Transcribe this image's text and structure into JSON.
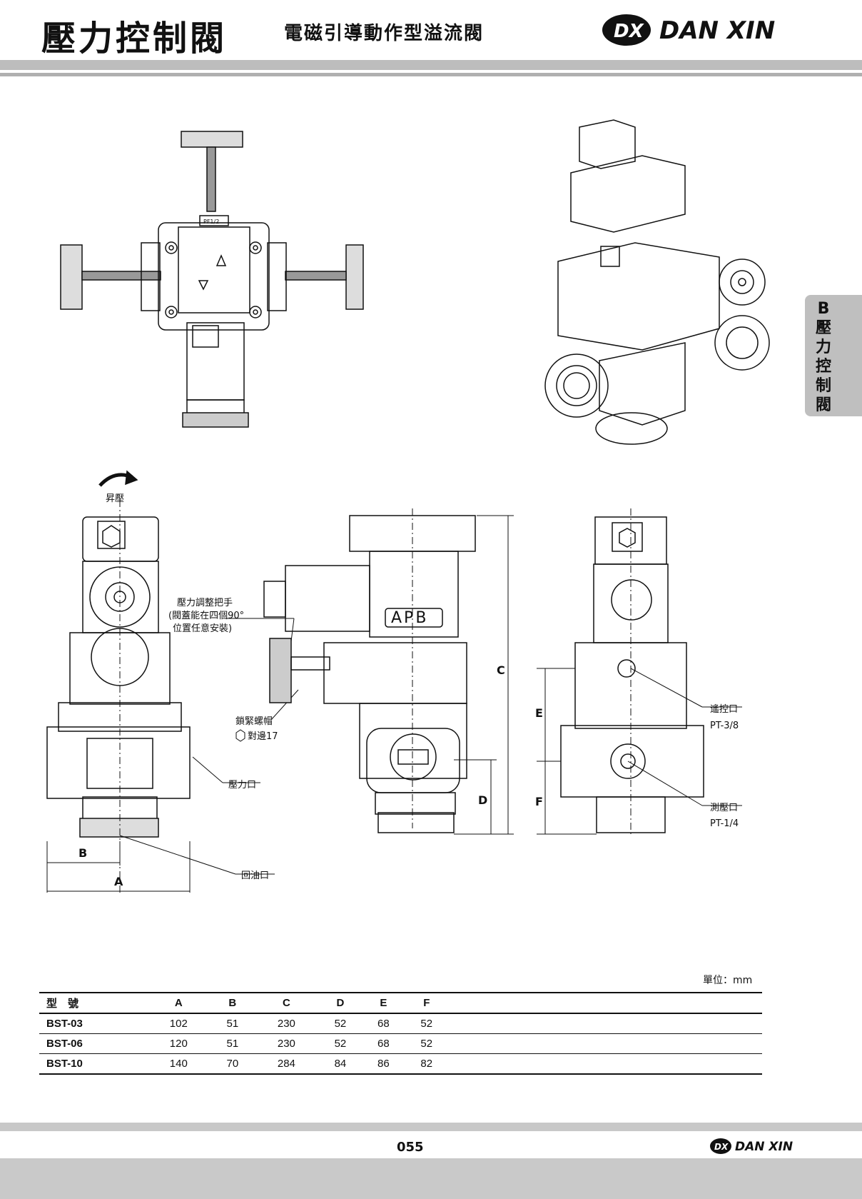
{
  "header": {
    "title": "壓力控制閥",
    "subtitle": "電磁引導動作型溢流閥",
    "brand": "DAN XIN",
    "brand_mark": "DX"
  },
  "side_tab": {
    "chars": [
      "B",
      "壓",
      "力",
      "控",
      "制",
      "閥"
    ]
  },
  "drawing": {
    "rotate_label": "昇壓",
    "adjust_handle_label": "壓力調整把手",
    "adjust_handle_note_1": "(閥蓋能在四個90°",
    "adjust_handle_note_2": "位置任意安裝)",
    "lock_nut_label": "鎖緊螺帽",
    "lock_nut_size": "對邊17",
    "pressure_port": "壓力口",
    "return_port": "回油口",
    "remote_port": "遙控口",
    "remote_port_size": "PT-3/8",
    "gauge_port": "測壓口",
    "gauge_port_size": "PT-1/4",
    "valve_marking": "APB",
    "top_marking": "PF1/2",
    "dim_labels": {
      "A": "A",
      "B": "B",
      "C": "C",
      "D": "D",
      "E": "E",
      "F": "F"
    }
  },
  "table": {
    "unit": "單位：mm",
    "headers": [
      "型　號",
      "A",
      "B",
      "C",
      "D",
      "E",
      "F"
    ],
    "rows": [
      [
        "BST-03",
        "102",
        "51",
        "230",
        "52",
        "68",
        "52"
      ],
      [
        "BST-06",
        "120",
        "51",
        "230",
        "52",
        "68",
        "52"
      ],
      [
        "BST-10",
        "140",
        "70",
        "284",
        "84",
        "86",
        "82"
      ]
    ]
  },
  "footer": {
    "page_number": "055",
    "brand": "DAN XIN",
    "brand_mark": "DX"
  }
}
